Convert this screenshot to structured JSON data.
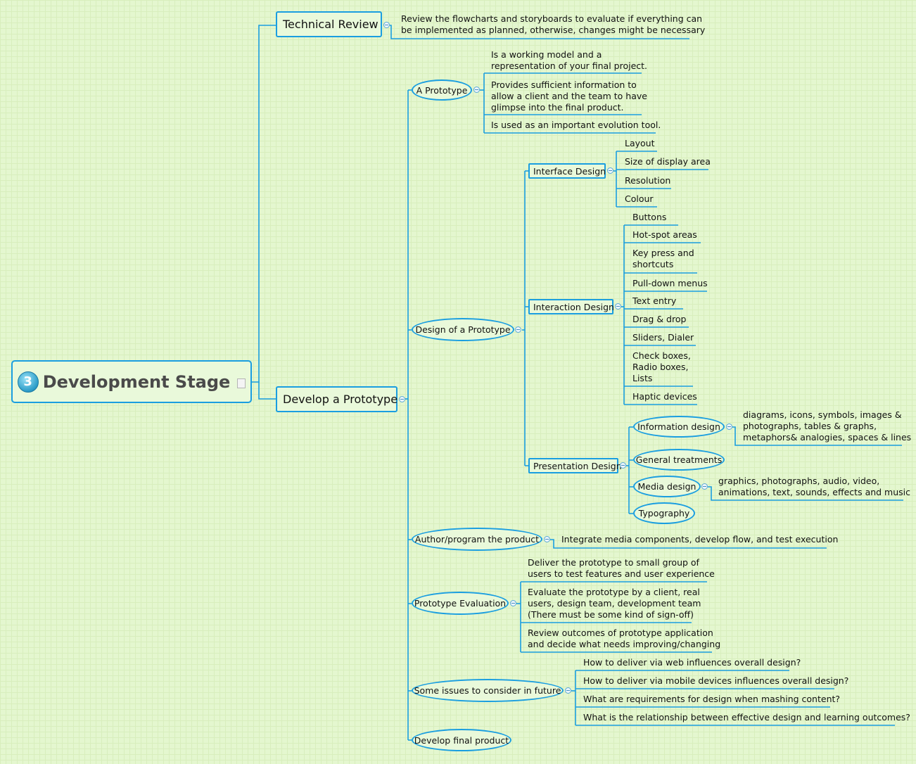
{
  "root": {
    "title": "Development Stage",
    "badge": "3"
  },
  "technical_review": {
    "label": "Technical Review",
    "note": "Review the flowcharts and storyboards to evaluate if everything can\nbe implemented as planned, otherwise, changes might be necessary"
  },
  "develop_prototype": {
    "label": "Develop a Prototype",
    "a_prototype": {
      "label": "A Prototype",
      "items": [
        "Is a working model and a\nrepresentation of your final project.",
        "Provides sufficient information to\nallow a client and the team to have\nglimpse into the final product.",
        "Is used as an important evolution tool."
      ]
    },
    "design_prototype": {
      "label": "Design of a Prototype",
      "interface": {
        "label": "Interface Design",
        "items": [
          "Layout",
          "Size of display area",
          "Resolution",
          "Colour"
        ]
      },
      "interaction": {
        "label": "Interaction Design",
        "items": [
          "Buttons",
          "Hot-spot areas",
          "Key press and\nshortcuts",
          "Pull-down menus",
          "Text entry",
          "Drag & drop",
          "Sliders, Dialer",
          "Check boxes,\nRadio boxes,\nLists",
          "Haptic devices"
        ]
      },
      "presentation": {
        "label": "Presentation Design",
        "information": {
          "label": "Information design",
          "detail": "diagrams, icons, symbols, images &\nphotographs, tables & graphs,\nmetaphors& analogies, spaces & lines"
        },
        "general": {
          "label": "General treatments"
        },
        "media": {
          "label": "Media design",
          "detail": "graphics, photographs, audio, video,\nanimations, text, sounds, effects and music"
        },
        "typography": {
          "label": "Typography"
        }
      }
    },
    "author_program": {
      "label": "Author/program the product",
      "detail": "Integrate media components, develop flow, and test execution"
    },
    "evaluation": {
      "label": "Prototype Evaluation",
      "items": [
        "Deliver the prototype to small group of\nusers to test features and user experience",
        "Evaluate the prototype by a client, real\nusers, design team, development team\n(There must be some kind of sign-off)",
        "Review outcomes of prototype application\nand decide what needs improving/changing"
      ]
    },
    "issues": {
      "label": "Some issues to consider in future",
      "items": [
        "How to deliver via web influences overall design?",
        "How to deliver via mobile devices influences overall design?",
        "What are requirements for design when mashing content?",
        "What is the relationship between effective design and learning outcomes?"
      ]
    },
    "final": {
      "label": "Develop final product"
    }
  },
  "colors": {
    "line": "#1a9ee0",
    "background": "#e4f7cf",
    "node_fill": "#e9f9da"
  }
}
